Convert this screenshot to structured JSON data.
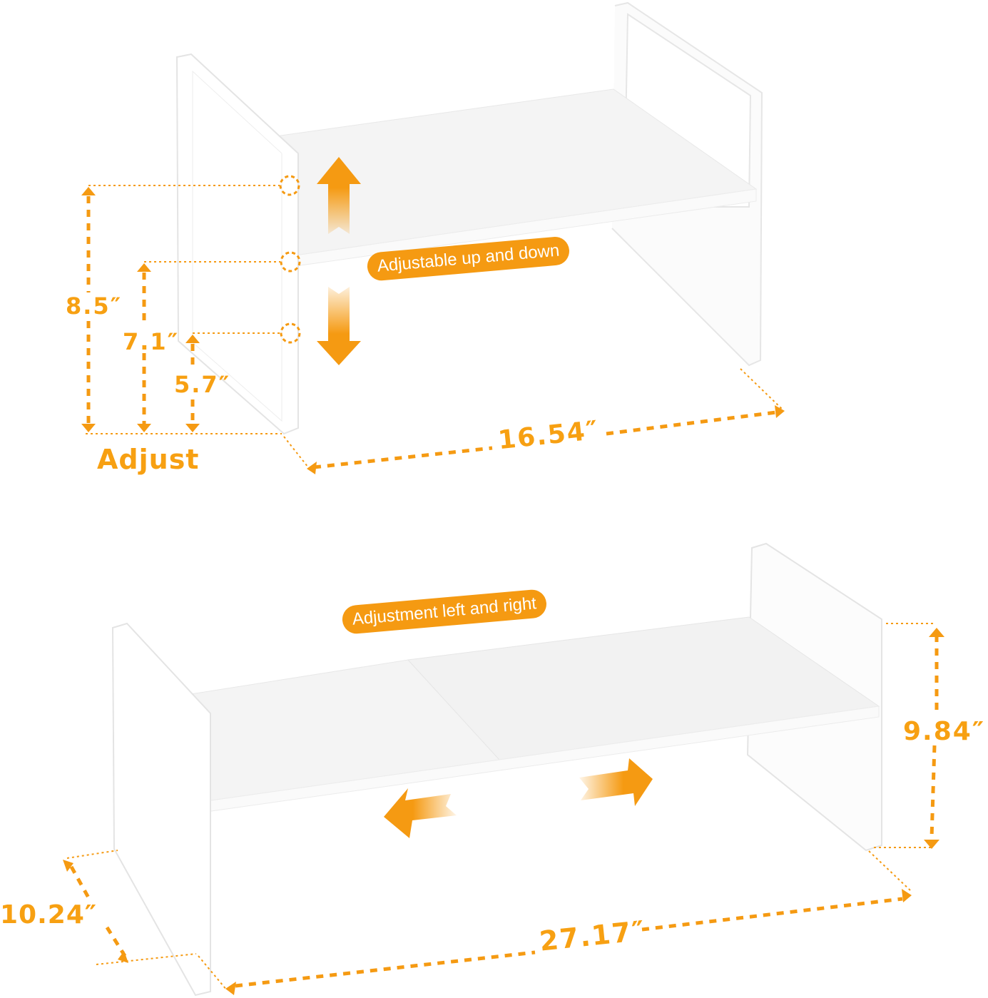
{
  "colors": {
    "accent": "#f59a12",
    "dimension_text": "#f7a012",
    "shelf_white": "#ffffff",
    "shelf_shade": "#eeeeee",
    "background": "#ffffff"
  },
  "top_shelf": {
    "callout": "Adjustable up and down",
    "adjust_label": "Adjust",
    "heights": [
      "8.5″",
      "7.1″",
      "5.7″"
    ],
    "width": "16.54″",
    "icons": [
      "arrow-up-icon",
      "arrow-down-icon",
      "adjust-point-icon"
    ]
  },
  "bottom_shelf": {
    "callout": "Adjustment left and right",
    "height": "9.84″",
    "depth": "10.24″",
    "width": "27.17″",
    "icons": [
      "arrow-left-icon",
      "arrow-right-icon"
    ]
  }
}
